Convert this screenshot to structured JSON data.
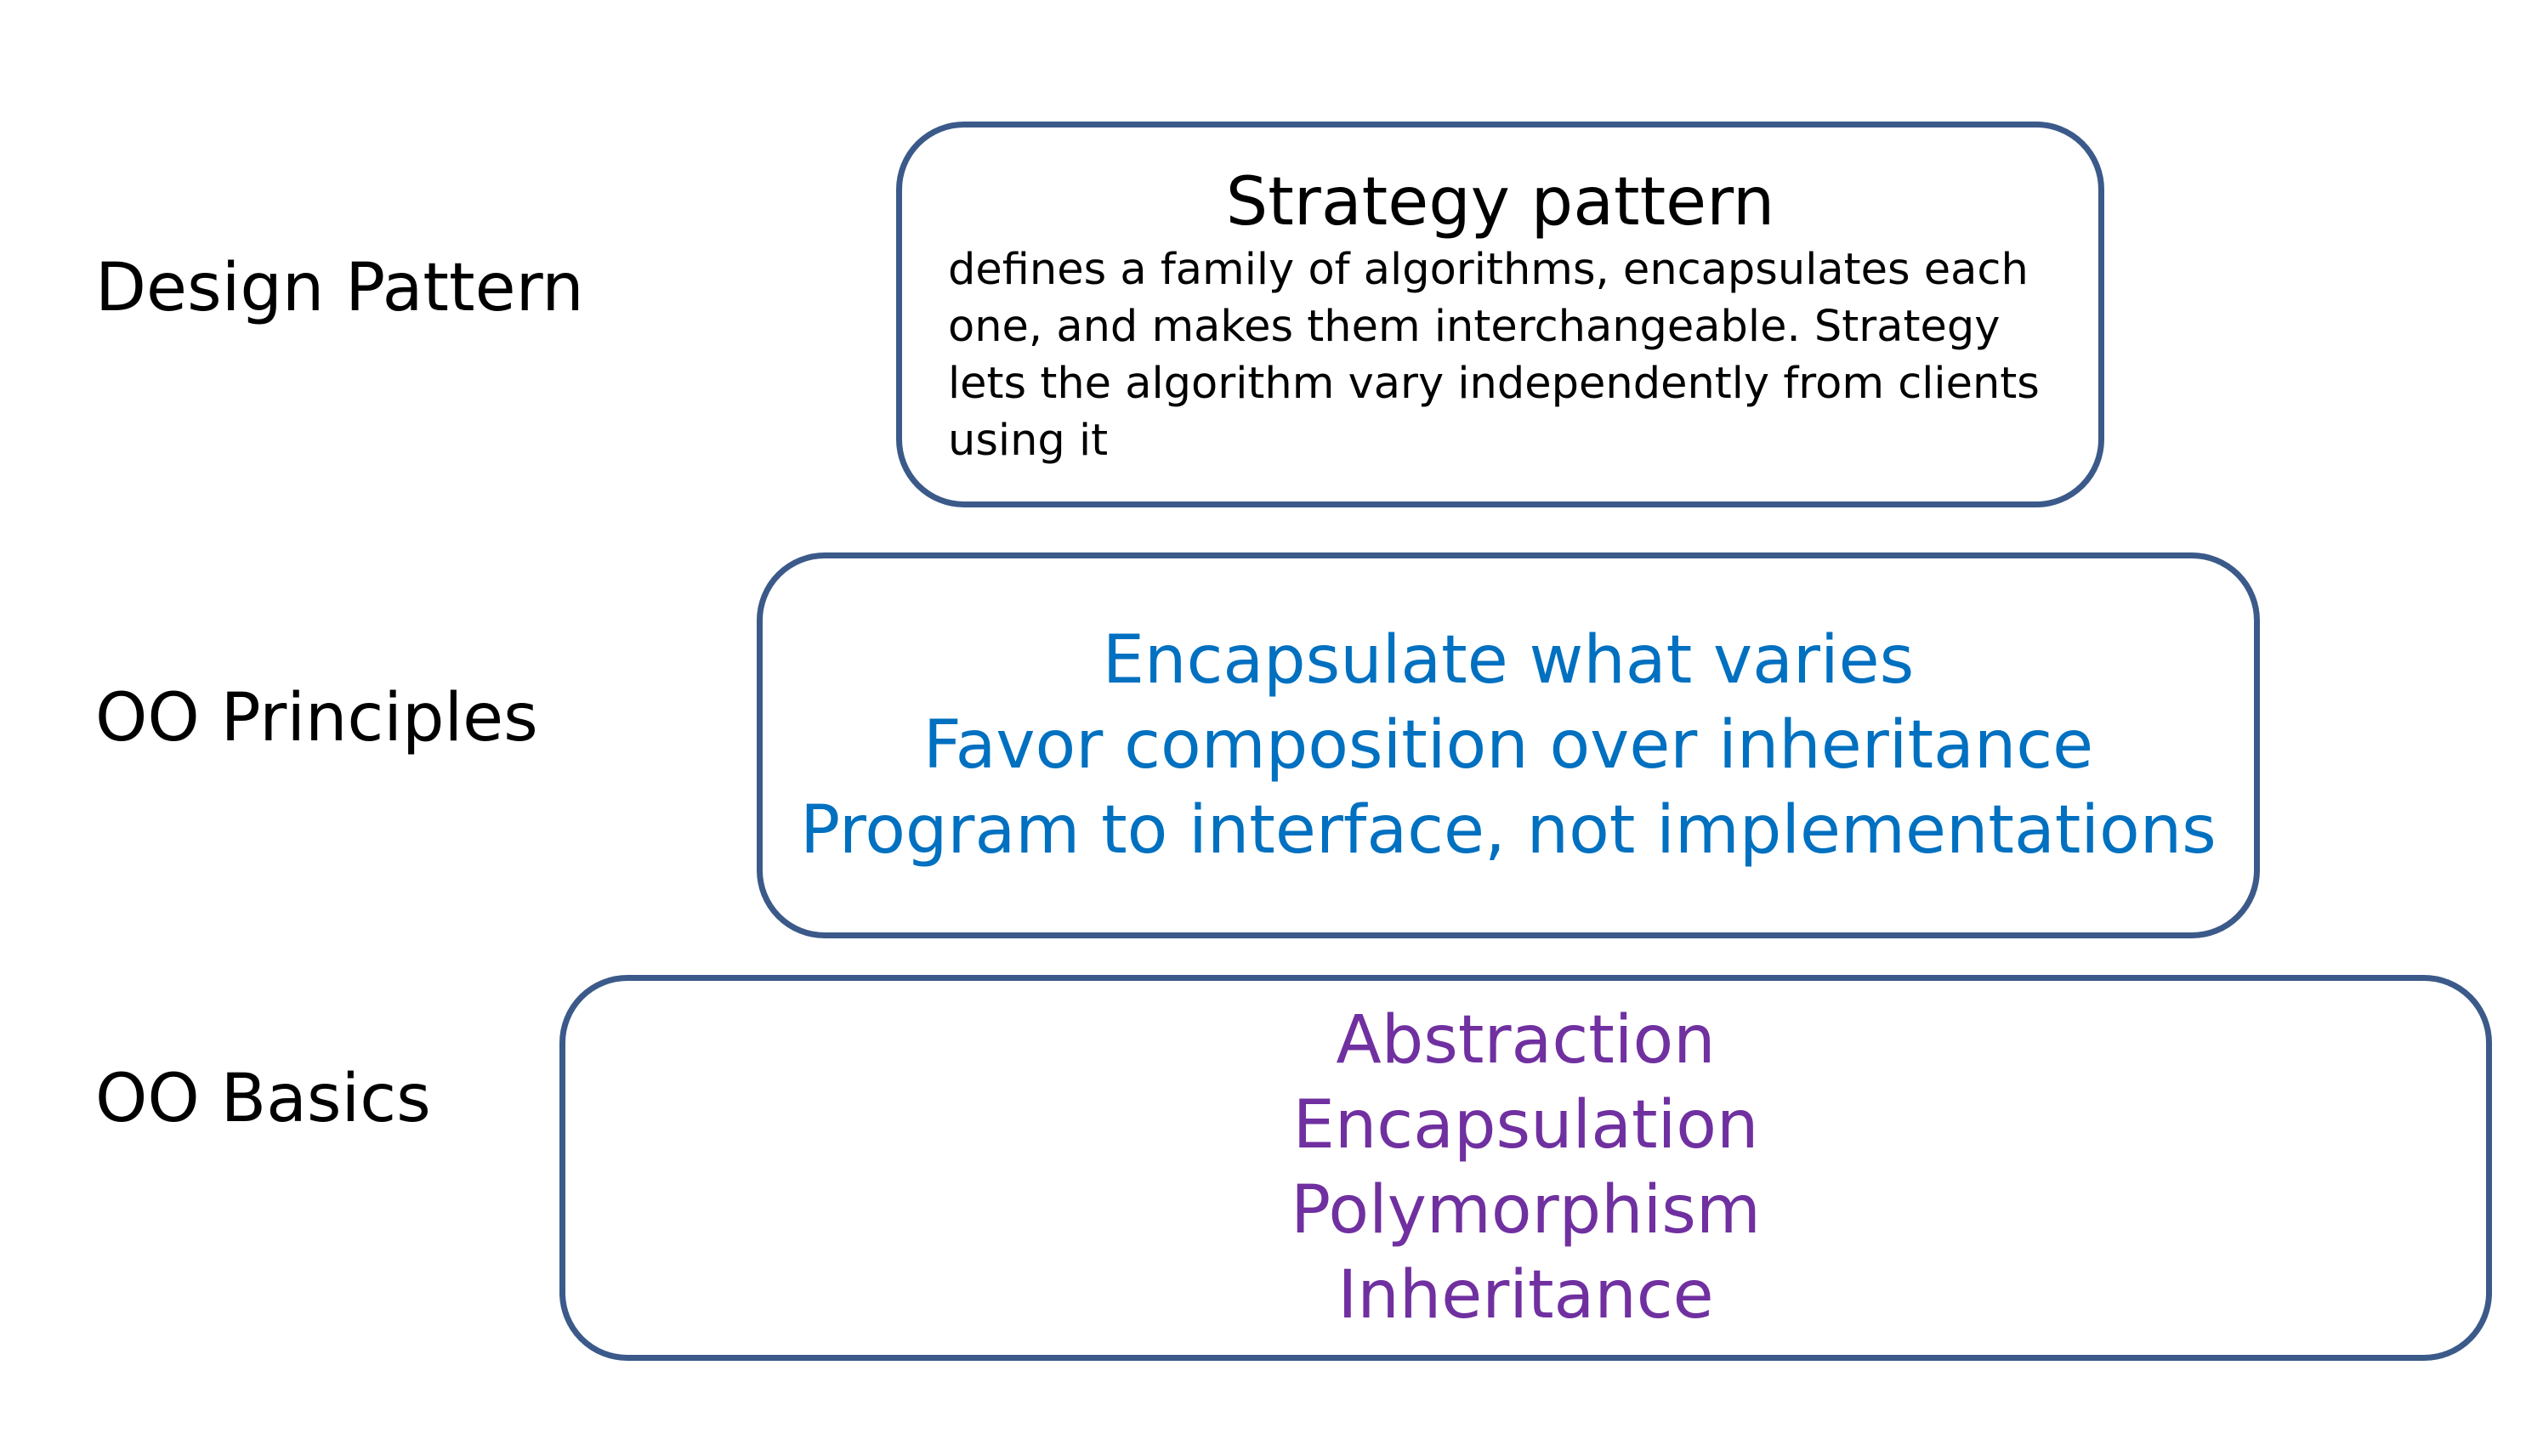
{
  "levels": [
    {
      "label": "Design Pattern"
    },
    {
      "label": "OO Principles"
    },
    {
      "label": "OO Basics"
    }
  ],
  "design_pattern": {
    "title": "Strategy pattern",
    "description": "defines a family of algorithms, encapsulates each one, and makes them interchangeable. Strategy lets the algorithm vary independently from clients using it"
  },
  "oo_principles": {
    "items": [
      "Encapsulate what varies",
      "Favor composition over inheritance",
      "Program to interface, not implementations"
    ]
  },
  "oo_basics": {
    "items": [
      "Abstraction",
      "Encapsulation",
      "Polymorphism",
      "Inheritance"
    ]
  },
  "colors": {
    "box_border": "#3b5a8a",
    "principles_text": "#0070c0",
    "basics_text": "#7030a0",
    "label_text": "#000000"
  }
}
